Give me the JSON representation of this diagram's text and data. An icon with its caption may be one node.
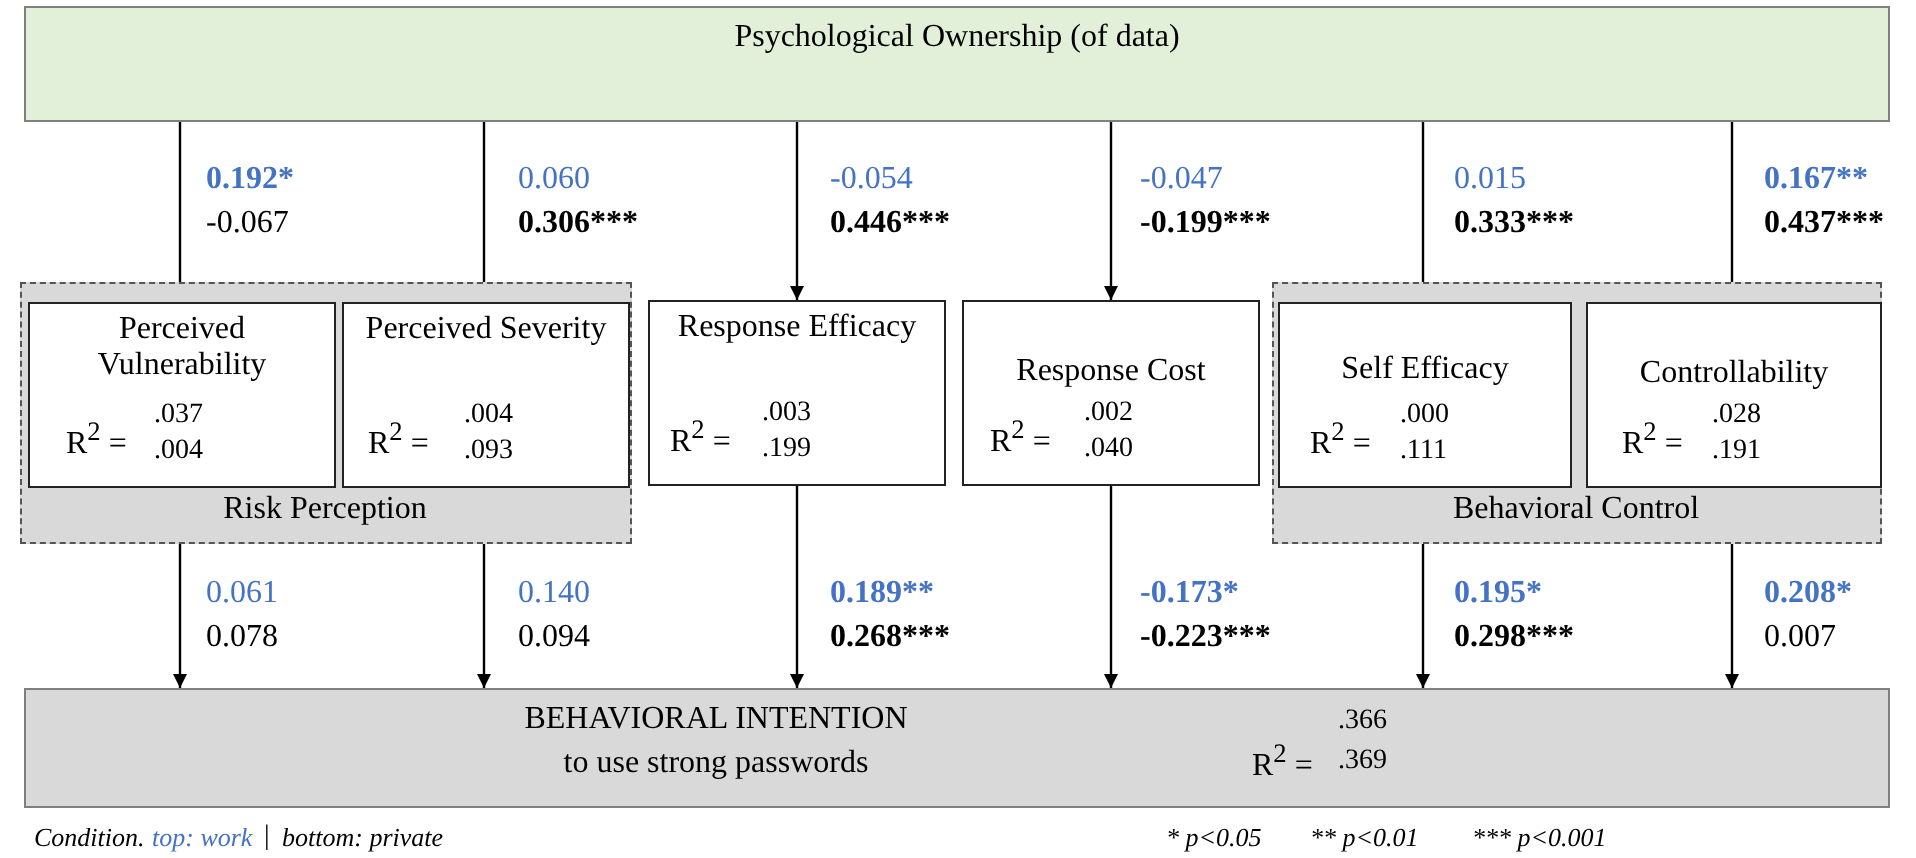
{
  "diagram": {
    "nodes": [
      {
        "text": [
          "Psychological Ownership (of data)"
        ]
      },
      {
        "text": [
          "Risk Perception"
        ]
      },
      {
        "text": [
          "Perceived Vulnerability",
          "R$^{2}$ =",
          ".037",
          ".004"
        ],
        "in": 1
      },
      {
        "text": [
          "Perceived Severity",
          "R$^{2}$ =",
          ".004",
          ".093"
        ],
        "in": 1
      },
      {
        "text": [
          "Response Efficacy",
          "R$^{2}$ =",
          ".003",
          ".199"
        ]
      },
      {
        "text": [
          "Response Cost",
          "R$^{2}$ =",
          ".002",
          ".040"
        ]
      },
      {
        "text": [
          "Behavioral Control"
        ]
      },
      {
        "text": [
          "Self Efficacy",
          "R$^{2}$ =",
          ".000",
          ".111"
        ],
        "in": 6
      },
      {
        "text": [
          "Controllability",
          "R$^{2}$ =",
          ".028",
          ".191"
        ],
        "in": 6
      },
      {
        "text": [
          "BEHAVIORAL INTENTION",
          "to use strong passwords",
          "R$^{2}$ =",
          ".366",
          ".369"
        ]
      }
    ],
    "edges": [
      {
        "from": 0,
        "to": 2,
        "arrow": "to"
      },
      {
        "from": 0,
        "to": 3,
        "arrow": "to"
      },
      {
        "from": 0,
        "to": 4,
        "arrow": "to"
      },
      {
        "from": 0,
        "to": 5,
        "arrow": "to"
      },
      {
        "from": 0,
        "to": 7,
        "arrow": "to"
      },
      {
        "from": 0,
        "to": 8,
        "arrow": "to"
      },
      {
        "from": 2,
        "to": 9,
        "arrow": "to"
      },
      {
        "from": 3,
        "to": 9,
        "arrow": "to"
      },
      {
        "from": 4,
        "to": 9,
        "arrow": "to"
      },
      {
        "from": 5,
        "to": 9,
        "arrow": "to"
      },
      {
        "from": 7,
        "to": 9,
        "arrow": "to"
      },
      {
        "from": 8,
        "to": 9,
        "arrow": "to"
      }
    ],
    "labels": [
      "0.192*",
      "-0.067",
      "0.060",
      "0.306***",
      "-0.054",
      "0.446***",
      "-0.047",
      "-0.199***",
      "0.015",
      "0.333***",
      "0.167**",
      "0.437***",
      "0.061",
      "0.078",
      "0.140",
      "0.094",
      "0.189**",
      "0.268***",
      "-0.173*",
      "-0.223***",
      "0.195*",
      "0.298***",
      "0.208*",
      "0.007",
      "Condition.",
      "top: work",
      "|",
      "bottom: private",
      "* p<0.05",
      "** p<0.01",
      "*** p<0.001"
    ]
  }
}
